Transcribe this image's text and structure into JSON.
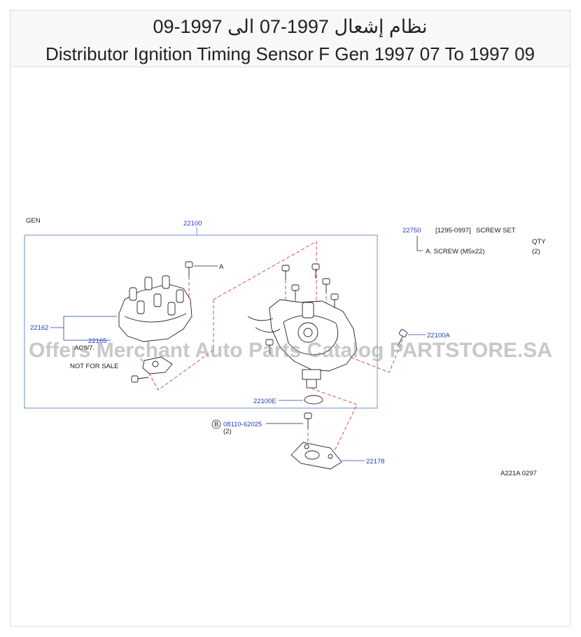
{
  "header": {
    "title_ar": "نظام إشعال 1997-07 الى 1997-09",
    "title_en": "Distributor Ignition Timing Sensor F Gen 1997 07 To 1997 09"
  },
  "diagram": {
    "gen_label": "GEN",
    "main_part": "22100",
    "screw_set": {
      "part_number": "22750",
      "code": "[1295-0997]",
      "name": "SCREW  SET",
      "qty_header": "QTY",
      "item": "A.  SCREW    (M5x22)",
      "item_qty": "(2)"
    },
    "label_a": "A",
    "parts": {
      "cap": "22162",
      "rotor": "22165",
      "rotor_note": "NOT  FOR  SALE",
      "rotor_note_partial": "AC9/7.",
      "screw": "22100A",
      "oring": "22100E",
      "bolt_circle": "B",
      "bolt": "08110-62025",
      "bolt_qty": "(2)",
      "plate": "22178"
    },
    "ref_code": "A221A   0297",
    "watermark": "Offers Merchant Auto Parts Catalog PARTSTORE.SA"
  },
  "colors": {
    "part_number": "#1f3fbf",
    "dashed_line": "#e03a3a",
    "box": "#6f8fc7"
  }
}
